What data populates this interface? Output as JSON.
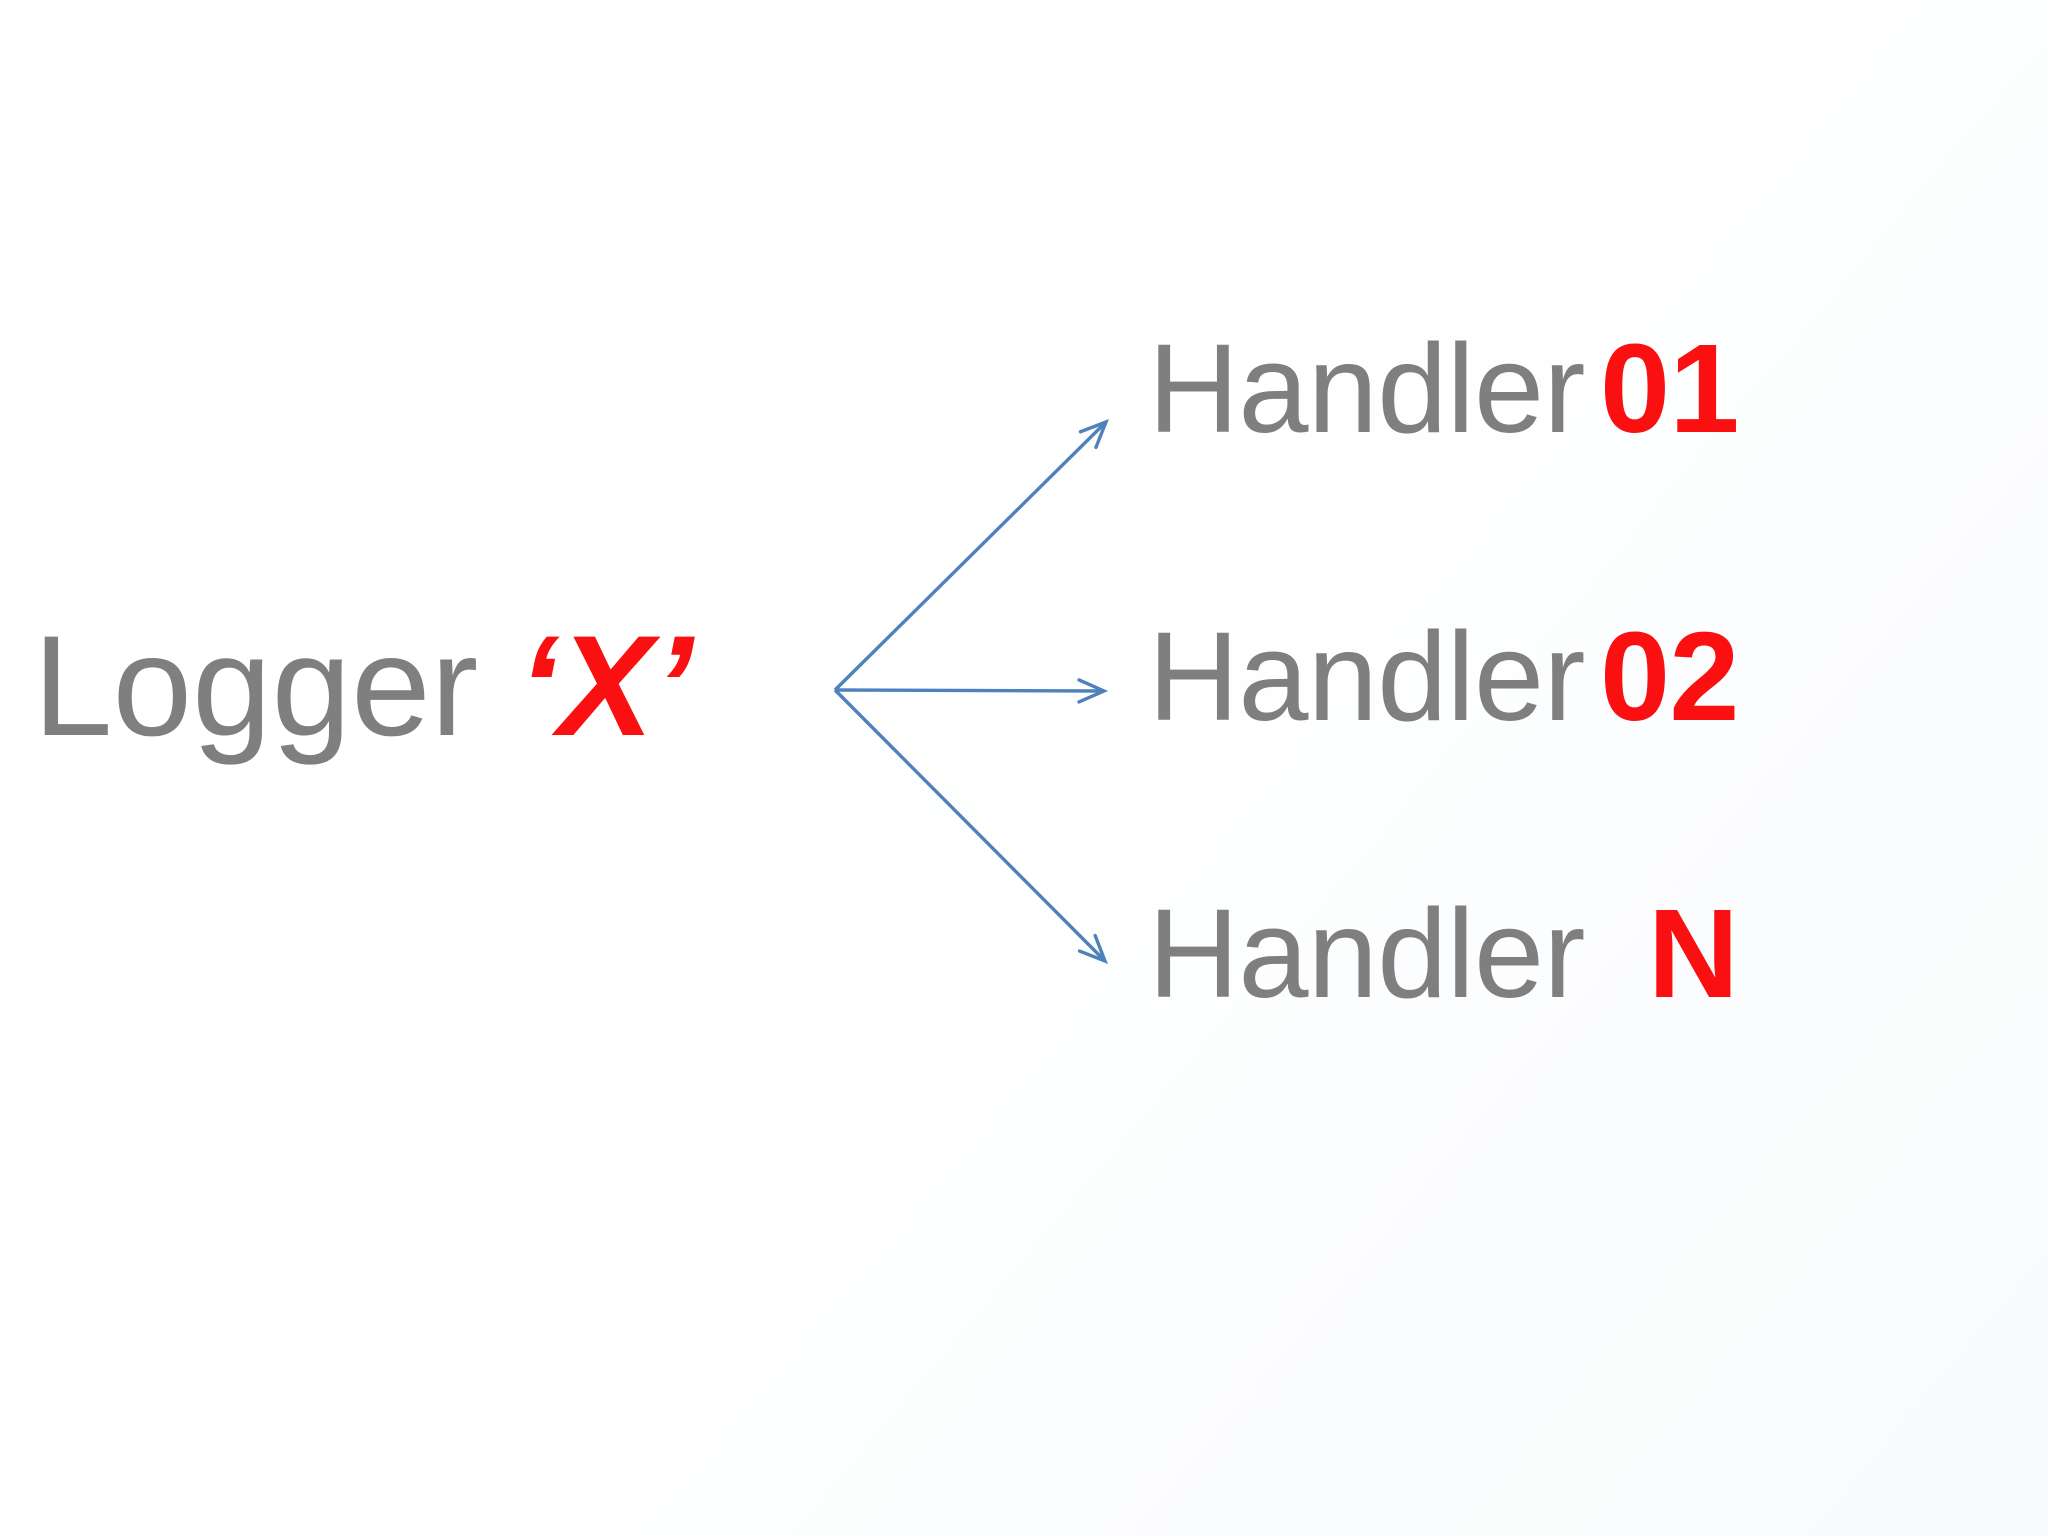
{
  "diagram": {
    "logger": {
      "label": "Logger",
      "instance": "‘X’"
    },
    "handlers": [
      {
        "label": "Handler",
        "id": "01"
      },
      {
        "label": "Handler",
        "id": "02"
      },
      {
        "label": "Handler",
        "id": "N"
      }
    ],
    "colors": {
      "text_gray": "#7f7f7f",
      "accent_red": "#fa1010",
      "arrow_blue": "#4f81bd"
    }
  }
}
